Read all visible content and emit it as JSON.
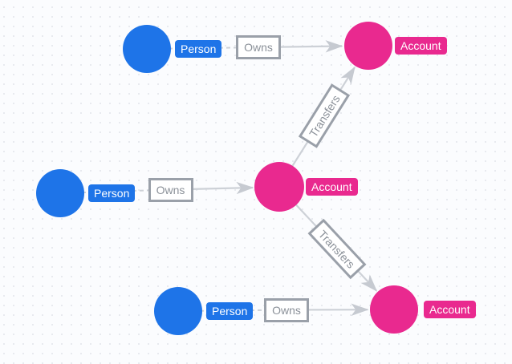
{
  "colors": {
    "bg": "#fbfcfe",
    "dot": "#e8eaef",
    "person": "#1e74e8",
    "account": "#e9298f",
    "edge": "#cdd1d7",
    "arrow": "#c6cad1",
    "label-border": "#9aa0a9",
    "label-text": "#8b9199",
    "badge-text": "#ffffff"
  },
  "graph": {
    "nodes": [
      {
        "id": "person-1",
        "type": "Person",
        "label": "Person"
      },
      {
        "id": "account-1",
        "type": "Account",
        "label": "Account"
      },
      {
        "id": "person-2",
        "type": "Person",
        "label": "Person"
      },
      {
        "id": "account-2",
        "type": "Account",
        "label": "Account"
      },
      {
        "id": "person-3",
        "type": "Person",
        "label": "Person"
      },
      {
        "id": "account-3",
        "type": "Account",
        "label": "Account"
      }
    ],
    "edges": [
      {
        "label": "Owns",
        "from": "person-1",
        "to": "account-1"
      },
      {
        "label": "Owns",
        "from": "person-2",
        "to": "account-2"
      },
      {
        "label": "Owns",
        "from": "person-3",
        "to": "account-3"
      },
      {
        "label": "Transfers",
        "from": "account-2",
        "to": "account-1"
      },
      {
        "label": "Transfers",
        "from": "account-2",
        "to": "account-3"
      }
    ]
  }
}
